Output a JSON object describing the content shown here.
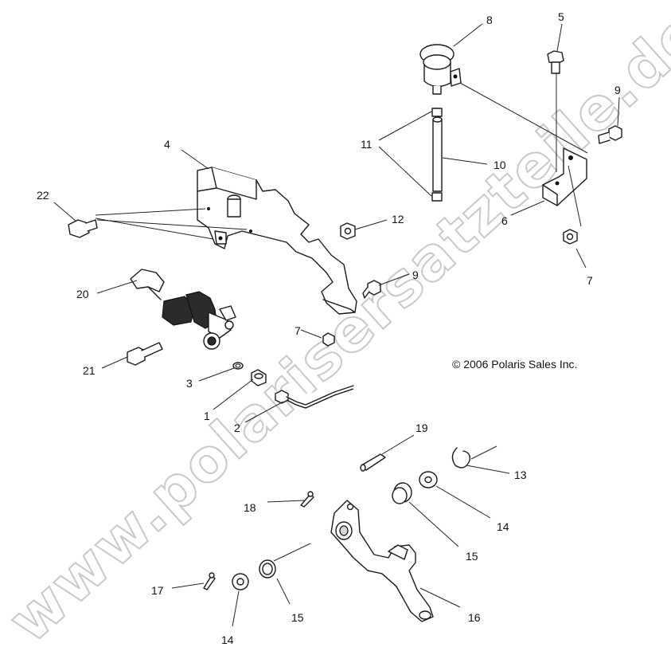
{
  "watermark": "www.polarisersatzteile.de",
  "copyright": "© 2006 Polaris Sales Inc.",
  "callouts": {
    "c1": "1",
    "c2": "2",
    "c3": "3",
    "c4": "4",
    "c5": "5",
    "c6": "6",
    "c7a": "7",
    "c7b": "7",
    "c8": "8",
    "c9a": "9",
    "c9b": "9",
    "c10": "10",
    "c11": "11",
    "c12": "12",
    "c13": "13",
    "c14a": "14",
    "c14b": "14",
    "c15a": "15",
    "c15b": "15",
    "c16": "16",
    "c17": "17",
    "c18": "18",
    "c19": "19",
    "c20": "20",
    "c21": "21",
    "c22": "22"
  }
}
